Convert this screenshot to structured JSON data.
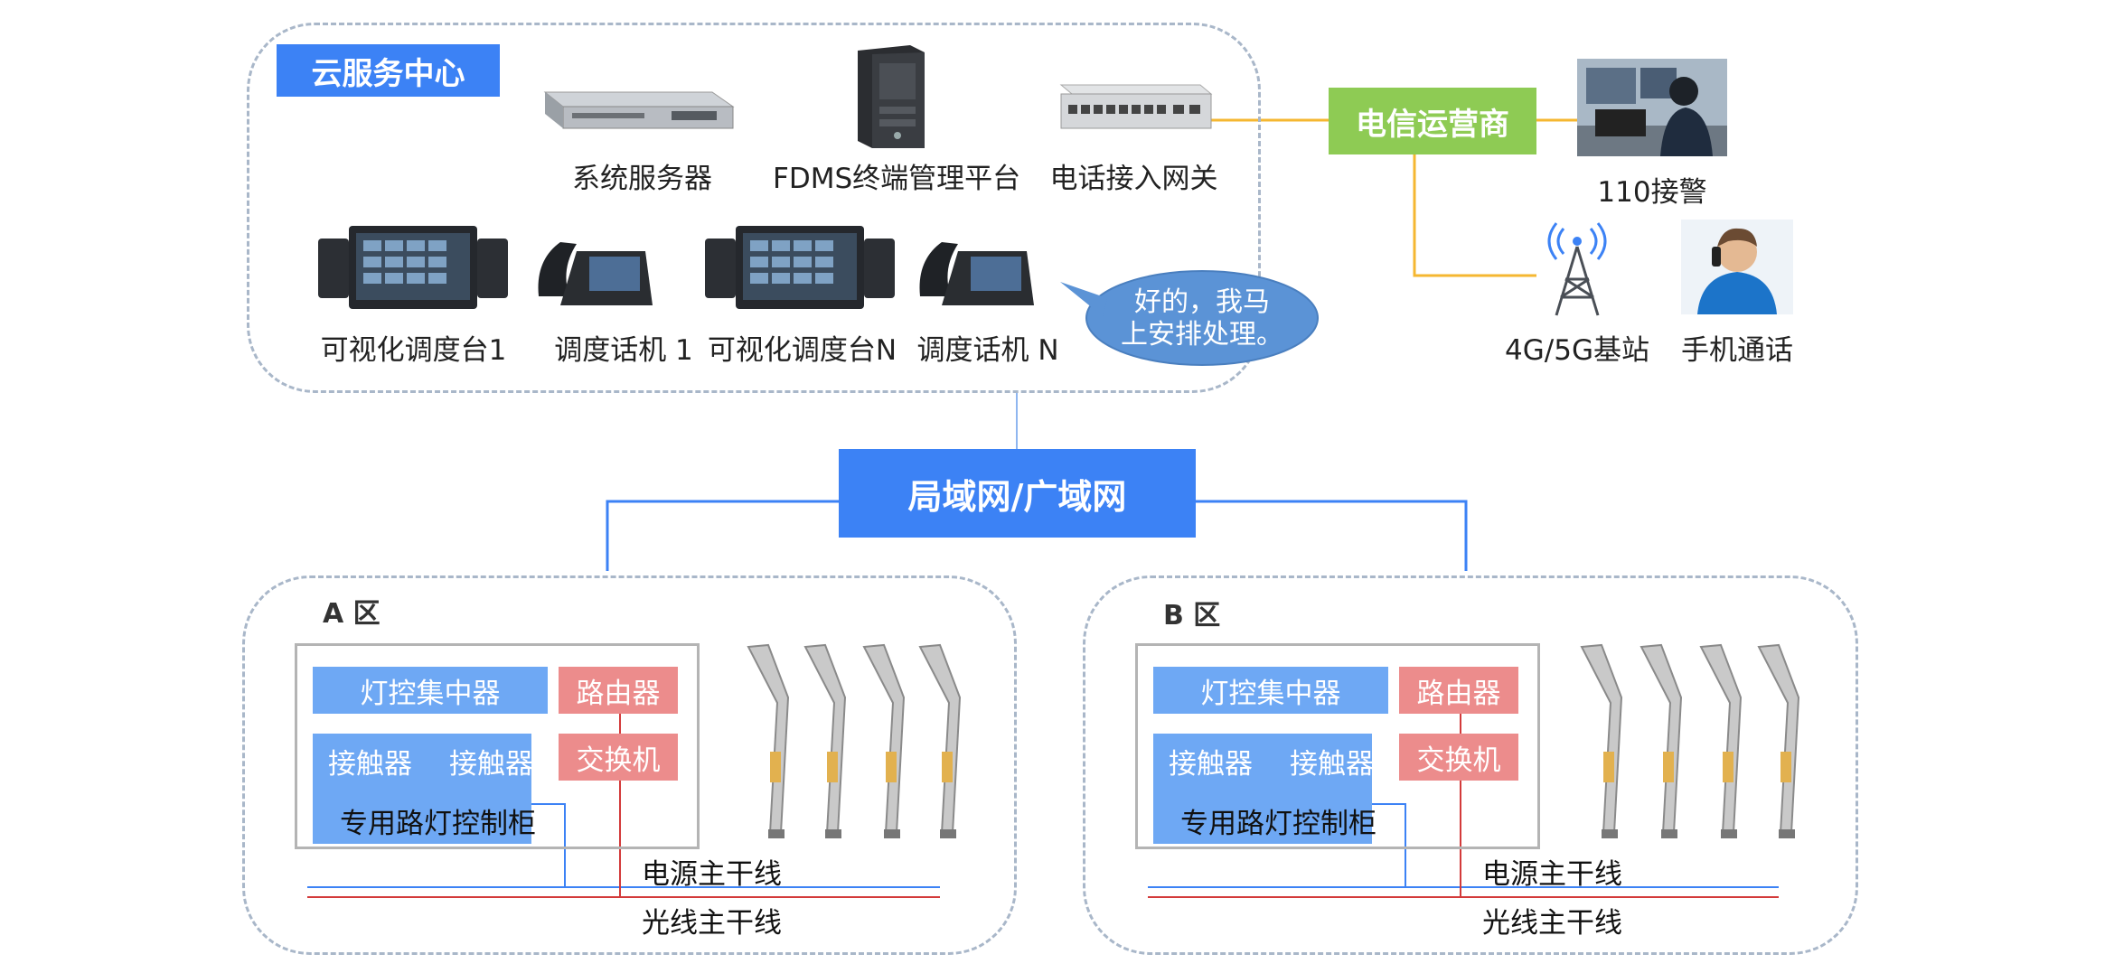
{
  "cloud": {
    "title": "云服务中心",
    "devices": [
      {
        "label": "系统服务器",
        "icon": "rack-server-icon"
      },
      {
        "label": "FDMS终端管理平台",
        "icon": "tower-server-icon"
      },
      {
        "label": "电话接入网关",
        "icon": "gateway-icon"
      },
      {
        "label": "可视化调度台1",
        "icon": "dispatch-console-icon"
      },
      {
        "label": "调度话机 1",
        "icon": "dispatch-phone-icon"
      },
      {
        "label": "可视化调度台N",
        "icon": "dispatch-console-icon"
      },
      {
        "label": "调度话机 N",
        "icon": "dispatch-phone-icon"
      }
    ],
    "bubble": {
      "line1": "好的，我马",
      "line2": "上安排处理。"
    }
  },
  "telecom": {
    "label": "电信运营商",
    "endpoints": [
      {
        "label": "110接警",
        "icon": "police-operator-icon"
      },
      {
        "label": "4G/5G基站",
        "icon": "cell-tower-icon"
      },
      {
        "label": "手机通话",
        "icon": "mobile-caller-icon"
      }
    ]
  },
  "network": {
    "label": "局域网/广域网"
  },
  "zones": [
    {
      "name": "A 区",
      "concentrator": "灯控集中器",
      "router": "路由器",
      "switch": "交换机",
      "contactor1": "接触器",
      "contactor2": "接触器",
      "cabinet": "专用路灯控制柜",
      "power_trunk": "电源主干线",
      "fiber_trunk": "光线主干线",
      "streetlight_icon": "streetlight-icon"
    },
    {
      "name": "B 区",
      "concentrator": "灯控集中器",
      "router": "路由器",
      "switch": "交换机",
      "contactor1": "接触器",
      "contactor2": "接触器",
      "cabinet": "专用路灯控制柜",
      "power_trunk": "电源主干线",
      "fiber_trunk": "光线主干线",
      "streetlight_icon": "streetlight-icon"
    }
  ],
  "colors": {
    "primary_blue": "#3c82f5",
    "light_blue": "#6ea8f4",
    "router_red": "#ec8c8c",
    "telecom_green": "#8ecb54",
    "orange_link": "#f5b731",
    "power_line": "#3c82f5",
    "fiber_line": "#d33a3a",
    "dashed_border": "#a9b7c9"
  }
}
